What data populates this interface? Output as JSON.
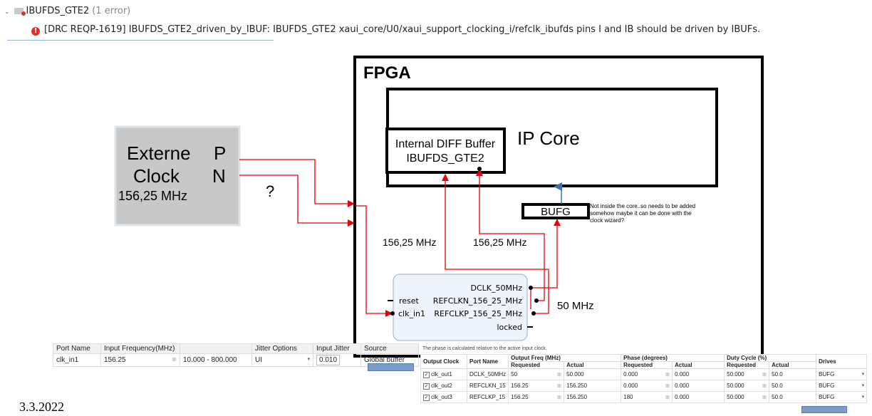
{
  "drc": {
    "group_label": "IBUFDS_GTE2",
    "group_count": "(1 error)",
    "message": "[DRC REQP-1619] IBUFDS_GTE2_driven_by_IBUF: IBUFDS_GTE2 xaui_core/U0/xaui_support_clocking_i/refclk_ibufds pins I and IB should be driven by IBUFs."
  },
  "diagram": {
    "fpga_label": "FPGA",
    "ip_core_label": "IP Core",
    "diff_buffer_line1": "Internal DIFF Buffer",
    "diff_buffer_line2": "IBUFDS_GTE2",
    "bufg_label": "BUFG",
    "bufg_note": [
      "Not inside the core..so needs to be added",
      "somehow maybe it can be done with the",
      "clock wizard?"
    ],
    "ext_clock_line1": "Externe",
    "ext_clock_line2": "Clock",
    "ext_clock_freq": "156,25 MHz",
    "pin_p": "P",
    "pin_n": "N",
    "question": "?",
    "freq_left": "156,25 MHz",
    "freq_mid": "156,25 MHz",
    "freq_right": "50 MHz",
    "wizard": {
      "in_reset": "reset",
      "in_clk": "clk_in1",
      "out_dclk": "DCLK_50MHz",
      "out_refclkn": "REFCLKN_156_25_MHz",
      "out_refclkp": "REFCLKP_156_25_MHz",
      "out_locked": "locked"
    }
  },
  "input_table": {
    "headers": [
      "Port Name",
      "Input Frequency(MHz)",
      "",
      "Jitter Options",
      "Input Jitter",
      "Source"
    ],
    "row": {
      "port": "clk_in1",
      "freq": "156.25",
      "range": "10.000 - 800.000",
      "jitter_opt": "UI",
      "jitter": "0.010",
      "source": "Global buffer"
    }
  },
  "output_table": {
    "note": "The phase is calculated relative to the active input clock.",
    "h_output_clock": "Output Clock",
    "h_port_name": "Port Name",
    "h_out_freq": "Output Freq (MHz)",
    "h_phase": "Phase (degrees)",
    "h_duty": "Duty Cycle (%)",
    "h_drives": "Drives",
    "h_requested": "Requested",
    "h_actual": "Actual",
    "rows": [
      {
        "clk": "clk_out1",
        "port": "DCLK_50MHz",
        "freq_req": "50",
        "freq_act": "50.000",
        "ph_req": "0.000",
        "ph_act": "0.000",
        "dc_req": "50.000",
        "dc_act": "50.0",
        "drives": "BUFG"
      },
      {
        "clk": "clk_out2",
        "port": "REFCLKN_15",
        "freq_req": "156.25",
        "freq_act": "156.250",
        "ph_req": "0.000",
        "ph_act": "0.000",
        "dc_req": "50.000",
        "dc_act": "50.0",
        "drives": "BUFG"
      },
      {
        "clk": "clk_out3",
        "port": "REFCLKP_15",
        "freq_req": "156.25",
        "freq_act": "156.250",
        "ph_req": "180",
        "ph_act": "0.000",
        "dc_req": "50.000",
        "dc_act": "50.0",
        "drives": "BUFG"
      }
    ]
  },
  "footer_date": "3.3.2022",
  "colors": {
    "wire": "#e8000b",
    "bufg_arrow": "#3a6eb5",
    "ext_box": "#c8c8c8",
    "wizard_bg": "#eef4fb"
  }
}
